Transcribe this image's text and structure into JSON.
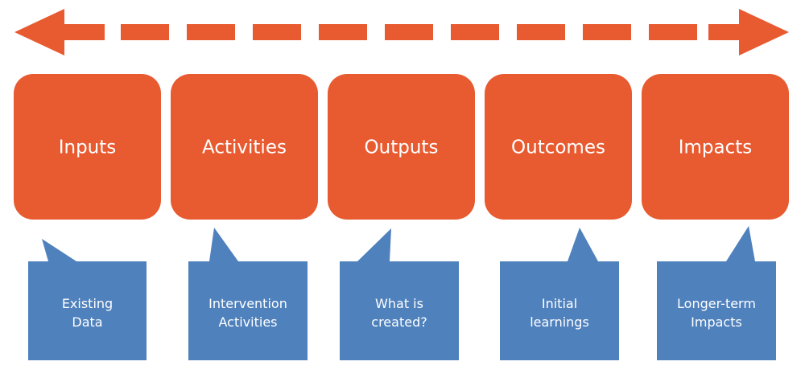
{
  "colors": {
    "stage_fill": "#e85a30",
    "callout_fill": "#4f81bd",
    "arrow_fill": "#e85a30",
    "background": "#ffffff",
    "text": "#ffffff"
  },
  "arrow": {
    "type": "double-headed dashed arrow"
  },
  "stages": [
    {
      "label": "Inputs"
    },
    {
      "label": "Activities"
    },
    {
      "label": "Outputs"
    },
    {
      "label": "Outcomes"
    },
    {
      "label": "Impacts"
    }
  ],
  "callouts": [
    {
      "lines": [
        "Existing",
        "Data"
      ]
    },
    {
      "lines": [
        "Intervention",
        "Activities"
      ]
    },
    {
      "lines": [
        "What is",
        "created?"
      ]
    },
    {
      "lines": [
        "Initial",
        "learnings"
      ]
    },
    {
      "lines": [
        "Longer-term",
        "Impacts"
      ]
    }
  ]
}
